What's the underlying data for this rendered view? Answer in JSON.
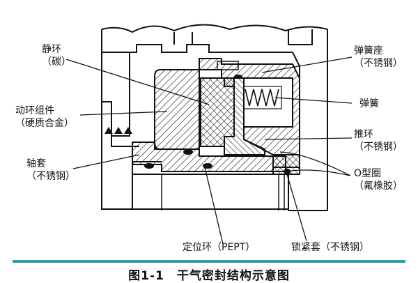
{
  "labels": {
    "static_ring": [
      "静环",
      "（碳）"
    ],
    "rotating_ring": [
      "动环组件",
      "（硬质合金）"
    ],
    "shaft_sleeve": [
      "轴套",
      "（不锈钢）"
    ],
    "spring_seat": [
      "弹簧座",
      "（不锈钢）"
    ],
    "spring": "弹簧",
    "push_ring": [
      "推环",
      "（不锈钢）"
    ],
    "o_ring": [
      "O型圈",
      "（氟橡胶）"
    ],
    "locating_ring": "定位环（PEPT）",
    "lock_sleeve": "锁紧套（不锈钢）"
  },
  "caption": "图1-1　干气密封结构示意图",
  "colors": {
    "rule": "#2a9cb8",
    "line": "#111111",
    "hatch": "#222222"
  }
}
